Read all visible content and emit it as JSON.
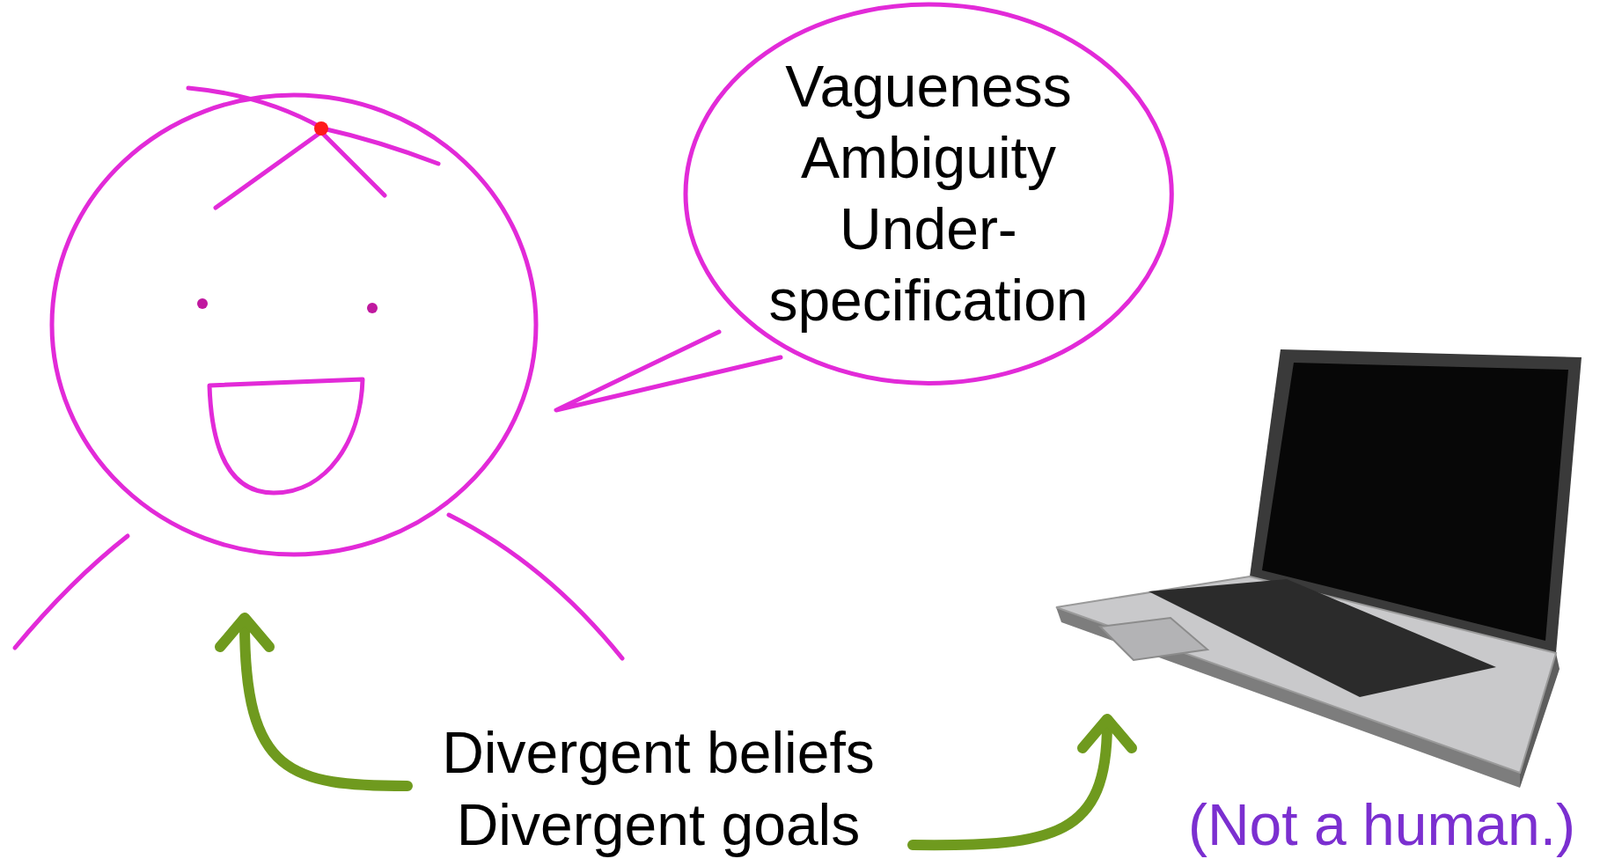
{
  "diagram": {
    "nodes": [
      {
        "text": [
          "Vagueness",
          "Ambiguity",
          "Under- specification"
        ]
      }
    ],
    "labels": [
      "Divergent beliefs",
      "Divergent goals",
      "(Not a human.)"
    ]
  }
}
